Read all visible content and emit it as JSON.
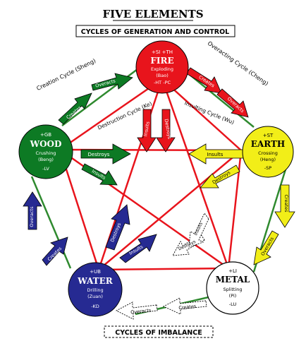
{
  "title": "FIVE ELEMENTS",
  "subtitle": "CYCLES OF GENERATION AND CONTROL",
  "footer": "CYCLES OF IMBALANCE",
  "cycle_labels": {
    "creation": "Creation Cycle (Sheng)",
    "destruction": "Destruction Cycle (Ke)",
    "overacting": "Overacting Cycle (Cheng)",
    "insulting": "Insulting Cycle (Wu)"
  },
  "arrow_labels": {
    "creates": "Creates",
    "destroys": "Destroys",
    "insults": "Insults",
    "overacts": "Overacts"
  },
  "colors": {
    "fire": "#e8141c",
    "earth": "#f2ee18",
    "metal": "#ffffff",
    "water": "#262a92",
    "wood": "#0d7a24",
    "pentagram": "#e8141c",
    "cycle_line": "#2f8a2f"
  },
  "elements": {
    "fire": {
      "channels": "+SI  +TH",
      "name": "FIRE",
      "quality": "Exploding",
      "pinyin": "(Bao)",
      "organs": "-HT   -PC"
    },
    "earth": {
      "channels": "+ST",
      "name": "EARTH",
      "quality": "Crossing",
      "pinyin": "(Heng)",
      "organs": "-SP"
    },
    "metal": {
      "channels": "+LI",
      "name": "METAL",
      "quality": "Splitting",
      "pinyin": "(Pi)",
      "organs": "-LU"
    },
    "water": {
      "channels": "+UB",
      "name": "WATER",
      "quality": "Drilling",
      "pinyin": "(Zuan)",
      "organs": "-KD"
    },
    "wood": {
      "channels": "+GB",
      "name": "WOOD",
      "quality": "Crushing",
      "pinyin": "(Beng)",
      "organs": "-LV"
    }
  }
}
